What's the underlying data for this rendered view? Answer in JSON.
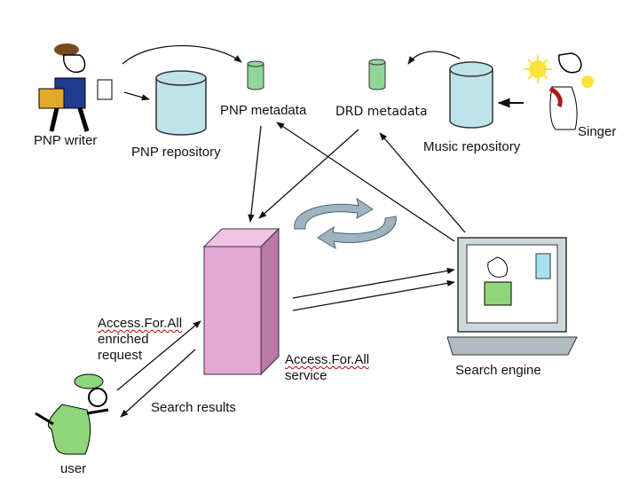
{
  "labels": {
    "pnp_writer": "PNP writer",
    "pnp_repository": "PNP repository",
    "pnp_metadata": "PNP metadata",
    "drd_metadata": "DRD metadata",
    "music_repository": "Music repository",
    "singer": "Singer",
    "afa_request_line1": "Access.For.All",
    "afa_request_line2": "enriched",
    "afa_request_line3": "request",
    "afa_service_line1": "Access.For.All",
    "afa_service_line2": "service",
    "search_engine": "Search engine",
    "search_results": "Search results",
    "user": "user"
  },
  "colors": {
    "repository": "#bfe3ea",
    "metadata": "#8fd69a",
    "service_box": "#e6a8d4",
    "cycle_arrows": "#9fb4c0",
    "figure_green": "#8fd67a"
  }
}
